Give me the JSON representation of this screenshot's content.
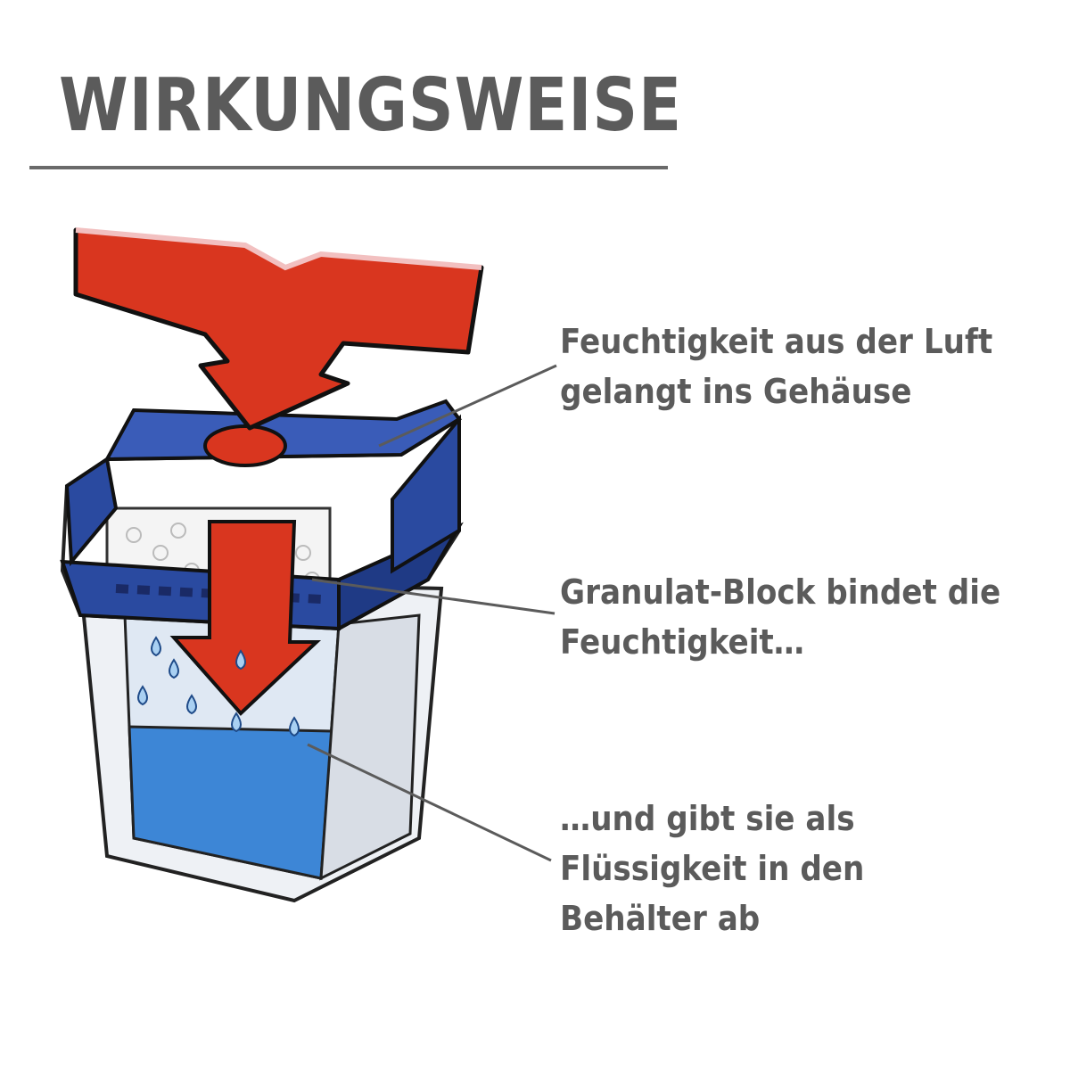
{
  "title": "WIRKUNGSWEISE",
  "callouts": [
    {
      "line1": "Feuchtigkeit aus der Luft",
      "line2": "gelangt ins Gehäuse"
    },
    {
      "line1": "Granulat-Block bindet die",
      "line2": "Feuchtigkeit…"
    },
    {
      "line1": "…und gibt sie als",
      "line2": "Flüssigkeit in den",
      "line3": "Behälter ab"
    }
  ],
  "colors": {
    "text": "#5b5b5b",
    "arrow": "#d9361f",
    "lid": "#2a4aa0",
    "water": "#3d86d6"
  }
}
